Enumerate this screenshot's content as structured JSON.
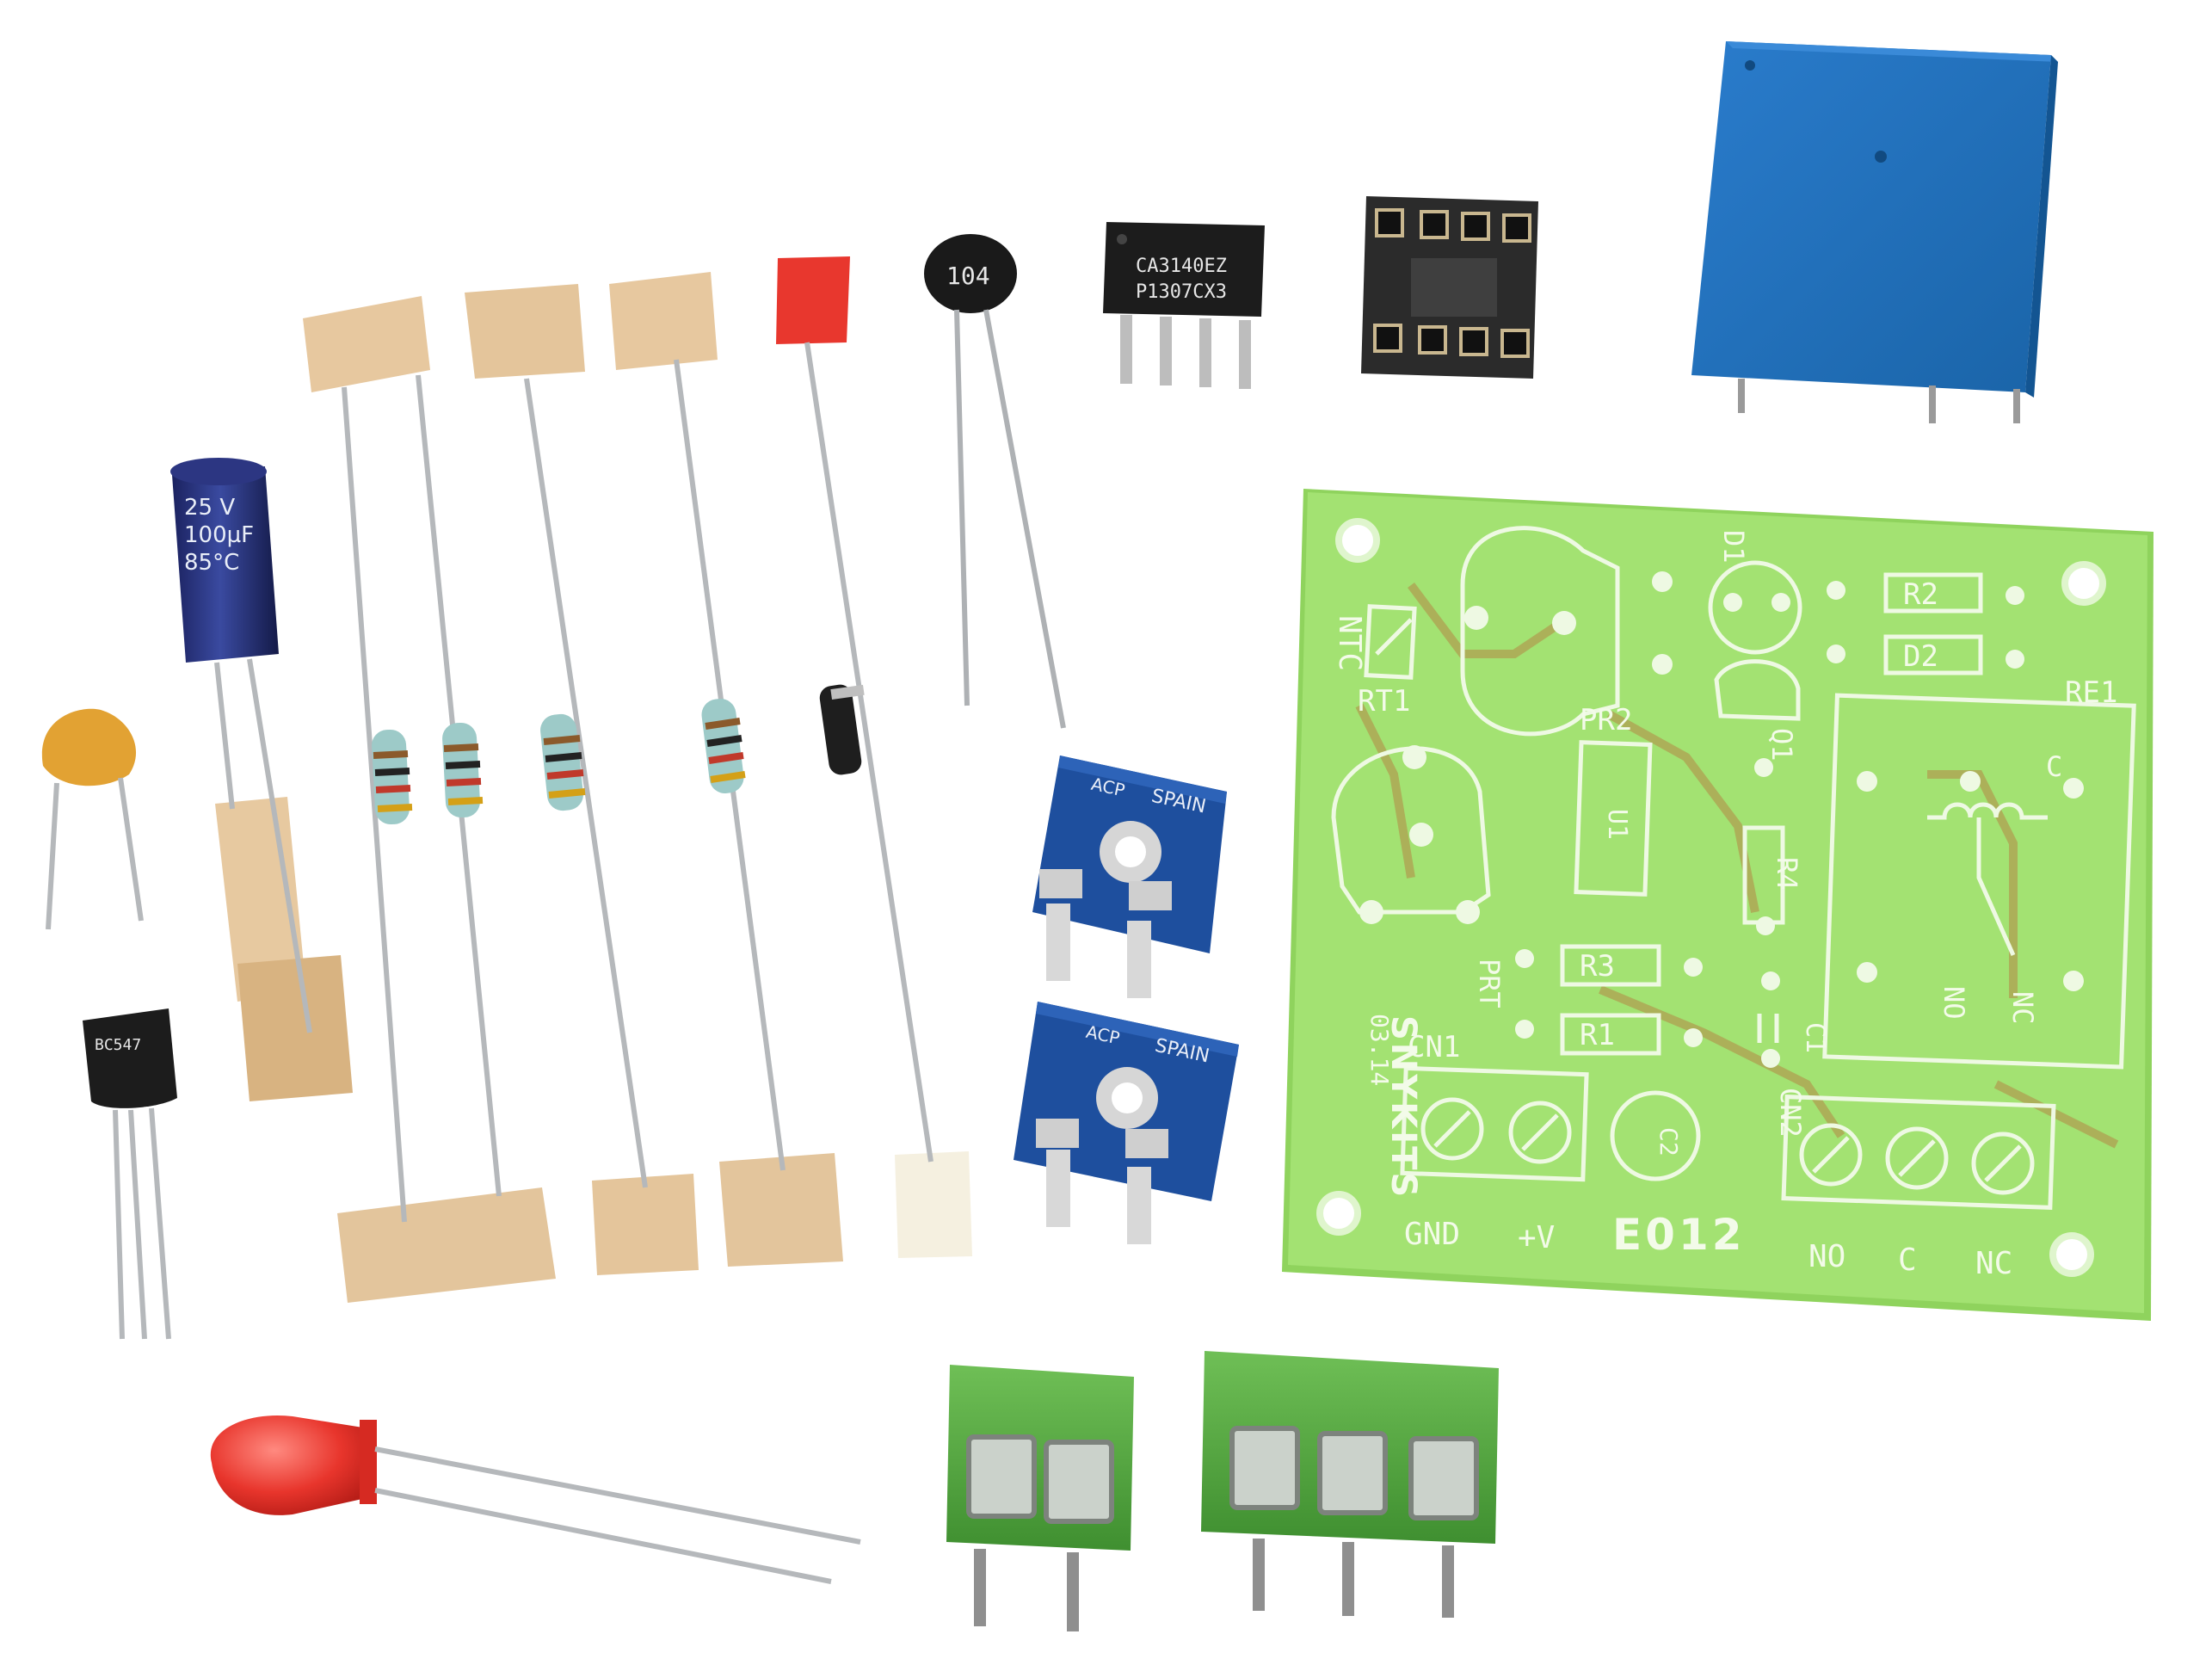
{
  "pcb": {
    "kit_code": "E012",
    "brand": "SNYKITS",
    "date_code": "03.14",
    "ref_ntc": "NTC",
    "ref_rt1": "RT1",
    "ref_pr2": "PR2",
    "ref_prt": "PRT",
    "ref_u1": "U1",
    "ref_d1": "D1",
    "ref_q1": "Q1",
    "ref_r1": "R1",
    "ref_r2": "R2",
    "ref_r3": "R3",
    "ref_r4": "R4",
    "ref_d2": "D2",
    "ref_c1": "C1",
    "ref_c2": "C2",
    "ref_cn1": "CN1",
    "ref_cn2": "CN2",
    "ref_re1": "RE1",
    "coil_c": "C",
    "contact_no": "NO",
    "contact_nc": "NC",
    "term_gnd": "GND",
    "term_vplus": "+V",
    "term_no": "NO",
    "term_c": "C",
    "term_nc": "NC"
  },
  "components": {
    "ic_line1": "CA3140EZ",
    "ic_line2": "P1307CX3",
    "thermistor_code": "104",
    "capacitor_line1": "25 V",
    "capacitor_line2": "100µF",
    "capacitor_line3": "85°C",
    "transistor_code": "BC547",
    "trimmer_mark": "SPAIN",
    "trimmer_brand": "ACP"
  },
  "colors": {
    "pcb_green": "#9fe070",
    "relay_blue": "#1f6fb6",
    "terminal_green": "#58a843",
    "trimmer_blue": "#1e4f9e",
    "led_red": "#e8352c"
  }
}
